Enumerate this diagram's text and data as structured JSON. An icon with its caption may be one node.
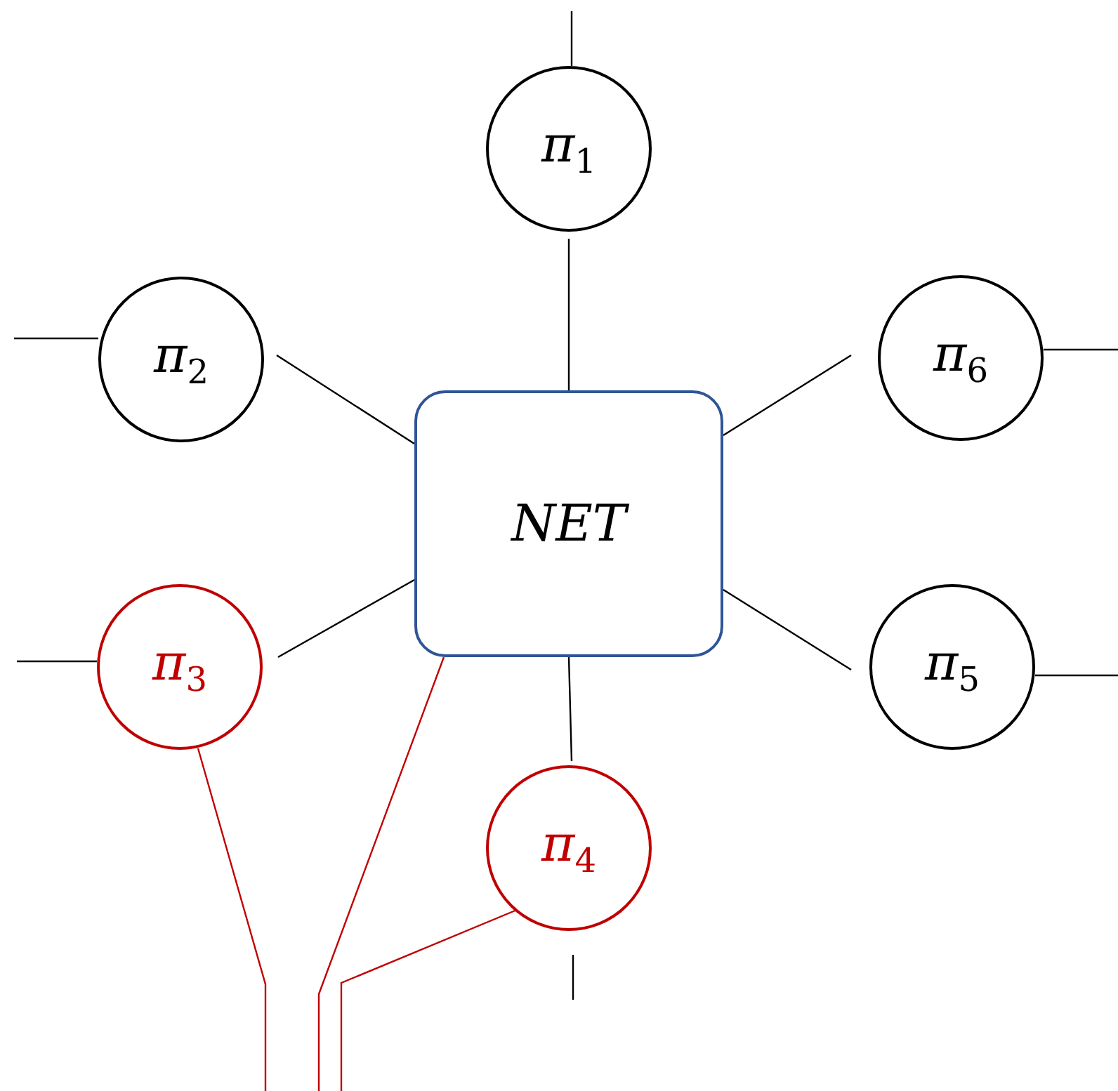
{
  "diagram": {
    "nodes": [
      {
        "text": [
          "NET"
        ]
      },
      {
        "text": [
          "π$_{1}$"
        ]
      },
      {
        "text": [
          "π$_{2}$"
        ]
      },
      {
        "text": [
          "π$_{3}$"
        ]
      },
      {
        "text": [
          "π$_{4}$"
        ]
      },
      {
        "text": [
          "π$_{5}$"
        ]
      },
      {
        "text": [
          "π$_{6}$"
        ]
      }
    ],
    "edges": [
      {
        "from": 0,
        "to": 1,
        "arrow": "none"
      },
      {
        "from": 0,
        "to": 2,
        "arrow": "none"
      },
      {
        "from": 0,
        "to": 3,
        "arrow": "none"
      },
      {
        "from": 0,
        "to": 4,
        "arrow": "none"
      },
      {
        "from": 0,
        "to": 5,
        "arrow": "none"
      },
      {
        "from": 0,
        "to": 6,
        "arrow": "none"
      },
      {
        "from": 1,
        "to": null,
        "arrow": "none"
      },
      {
        "from": 2,
        "to": null,
        "arrow": "none"
      },
      {
        "from": 6,
        "to": null,
        "arrow": "none"
      },
      {
        "from": 3,
        "to": null,
        "arrow": "none"
      },
      {
        "from": 5,
        "to": null,
        "arrow": "none"
      },
      {
        "from": 3,
        "to": null,
        "arrow": "none",
        "color": "#c00000"
      },
      {
        "from": 0,
        "to": null,
        "arrow": "none",
        "color": "#c00000"
      },
      {
        "from": 4,
        "to": null,
        "arrow": "none",
        "color": "#c00000"
      }
    ]
  }
}
